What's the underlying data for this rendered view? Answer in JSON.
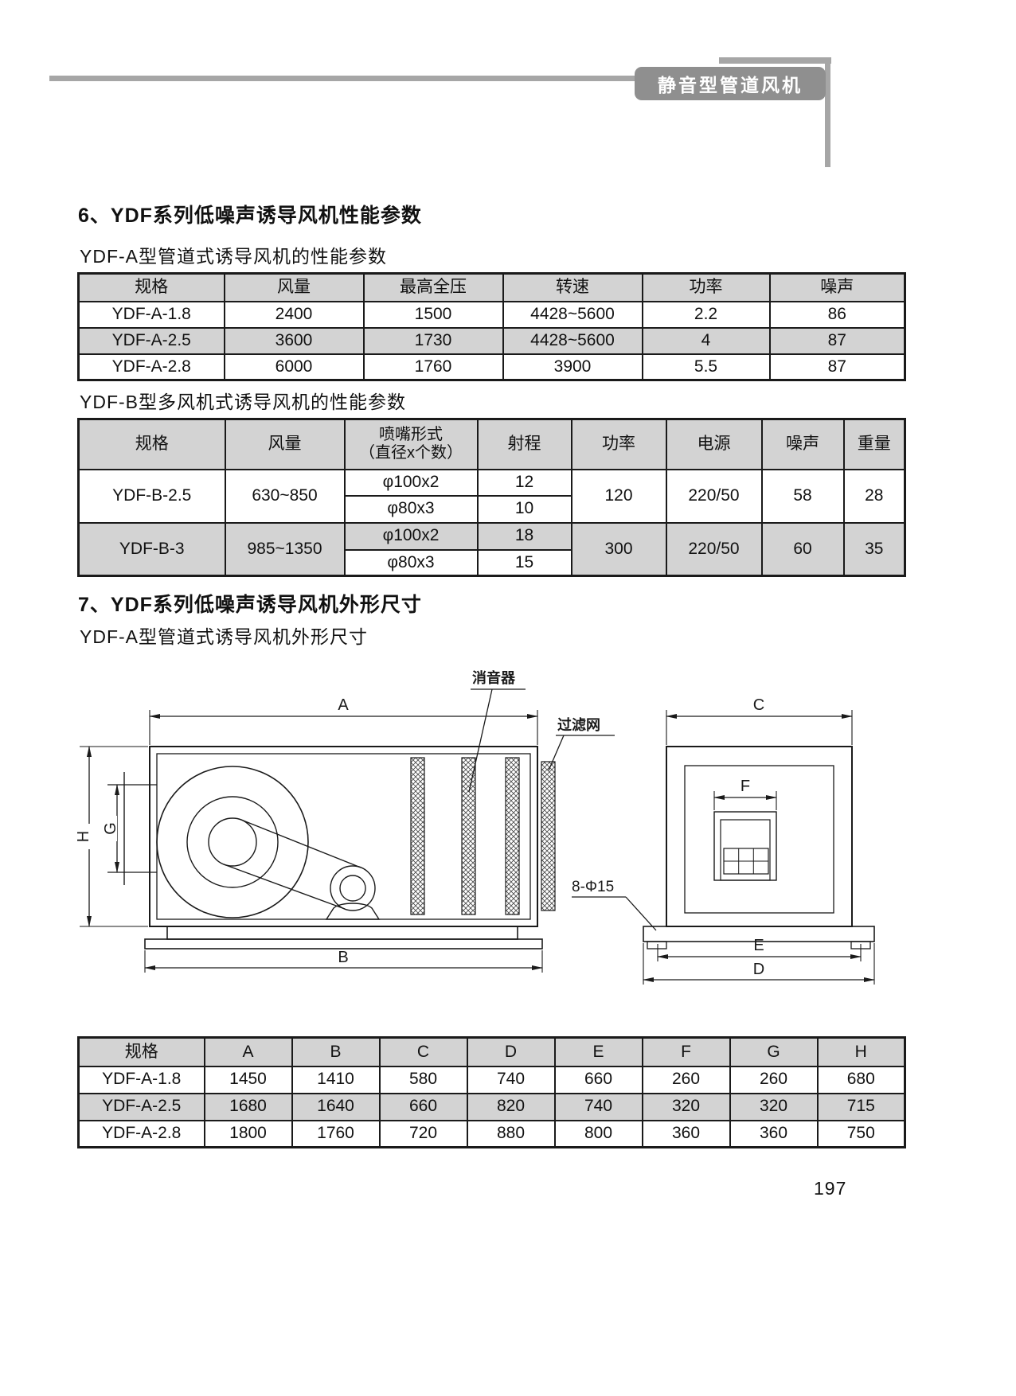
{
  "header": {
    "badge": "静音型管道风机"
  },
  "colors": {
    "badge_bg": "#8f8f8f",
    "rule_gray": "#a6a6a6",
    "table_header_bg": "#d3d3d3"
  },
  "section6": {
    "title": "6、YDF系列低噪声诱导风机性能参数"
  },
  "tableA": {
    "caption": "YDF-A型管道式诱导风机的性能参数",
    "headers": [
      "规格",
      "风量",
      "最高全压",
      "转速",
      "功率",
      "噪声"
    ],
    "rows": [
      [
        "YDF-A-1.8",
        "2400",
        "1500",
        "4428~5600",
        "2.2",
        "86"
      ],
      [
        "YDF-A-2.5",
        "3600",
        "1730",
        "4428~5600",
        "4",
        "87"
      ],
      [
        "YDF-A-2.8",
        "6000",
        "1760",
        "3900",
        "5.5",
        "87"
      ]
    ]
  },
  "tableB": {
    "caption": "YDF-B型多风机式诱导风机的性能参数",
    "headers": {
      "spec": "规格",
      "flow": "风量",
      "nozzle1": "喷嘴形式",
      "nozzle2": "（直径x个数）",
      "throw": "射程",
      "power": "功率",
      "supply": "电源",
      "noise": "噪声",
      "weight": "重量"
    },
    "groups": [
      {
        "spec": "YDF-B-2.5",
        "flow": "630~850",
        "subs": [
          {
            "nozzle": "φ100x2",
            "throw": "12"
          },
          {
            "nozzle": "φ80x3",
            "throw": "10"
          }
        ],
        "power": "120",
        "supply": "220/50",
        "noise": "58",
        "weight": "28"
      },
      {
        "spec": "YDF-B-3",
        "flow": "985~1350",
        "subs": [
          {
            "nozzle": "φ100x2",
            "throw": "18"
          },
          {
            "nozzle": "φ80x3",
            "throw": "15"
          }
        ],
        "power": "300",
        "supply": "220/50",
        "noise": "60",
        "weight": "35"
      }
    ]
  },
  "section7": {
    "title": "7、YDF系列低噪声诱导风机外形尺寸",
    "caption": "YDF-A型管道式诱导风机外形尺寸"
  },
  "drawing": {
    "muffler": "消音器",
    "filter": "过滤网",
    "holes": "8-Φ15",
    "dims": {
      "A": "A",
      "B": "B",
      "C": "C",
      "D": "D",
      "E": "E",
      "F": "F",
      "G": "G",
      "H": "H"
    }
  },
  "tableD": {
    "headers": [
      "规格",
      "A",
      "B",
      "C",
      "D",
      "E",
      "F",
      "G",
      "H"
    ],
    "rows": [
      [
        "YDF-A-1.8",
        "1450",
        "1410",
        "580",
        "740",
        "660",
        "260",
        "260",
        "680"
      ],
      [
        "YDF-A-2.5",
        "1680",
        "1640",
        "660",
        "820",
        "740",
        "320",
        "320",
        "715"
      ],
      [
        "YDF-A-2.8",
        "1800",
        "1760",
        "720",
        "880",
        "800",
        "360",
        "360",
        "750"
      ]
    ]
  },
  "footer": {
    "page_number": "197"
  }
}
